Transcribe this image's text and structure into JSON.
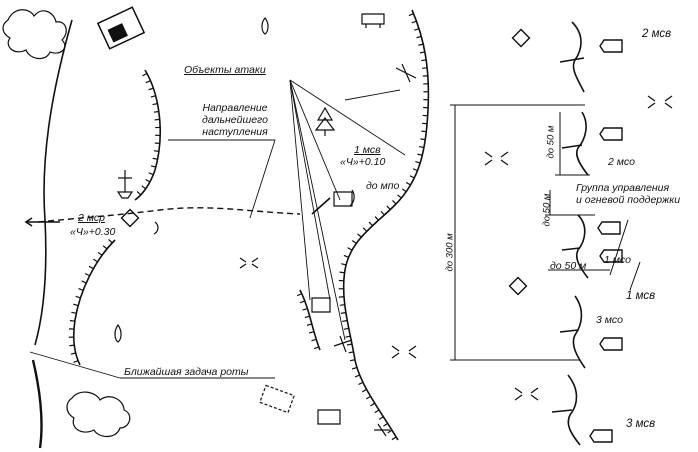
{
  "labels": {
    "attack_objects": "Объекты атаки",
    "further_attack_line1": "Направление",
    "further_attack_line2": "дальнейшего",
    "further_attack_line3": "наступления",
    "immediate_task": "Ближайшая задача роты",
    "msv1_top": "1 мсв",
    "msv1_time": "«Ч»+0.10",
    "to_mpo": "до мпо",
    "msr2": "2 мср",
    "msr2_time": "«Ч»+0.30",
    "msv2_top": "2 мсв",
    "mso2": "2 мсо",
    "mso1": "1 мсо",
    "mso3": "3 мсо",
    "msv1_right": "1 мсв",
    "msv3": "3 мсв",
    "control_group_line1": "Группа управления",
    "control_group_line2": "и огневой поддержки",
    "to_50_a": "до 50 м",
    "to_50_b": "до 50 м",
    "to_50_c": "до 50 м",
    "to_300": "до 300 м"
  }
}
